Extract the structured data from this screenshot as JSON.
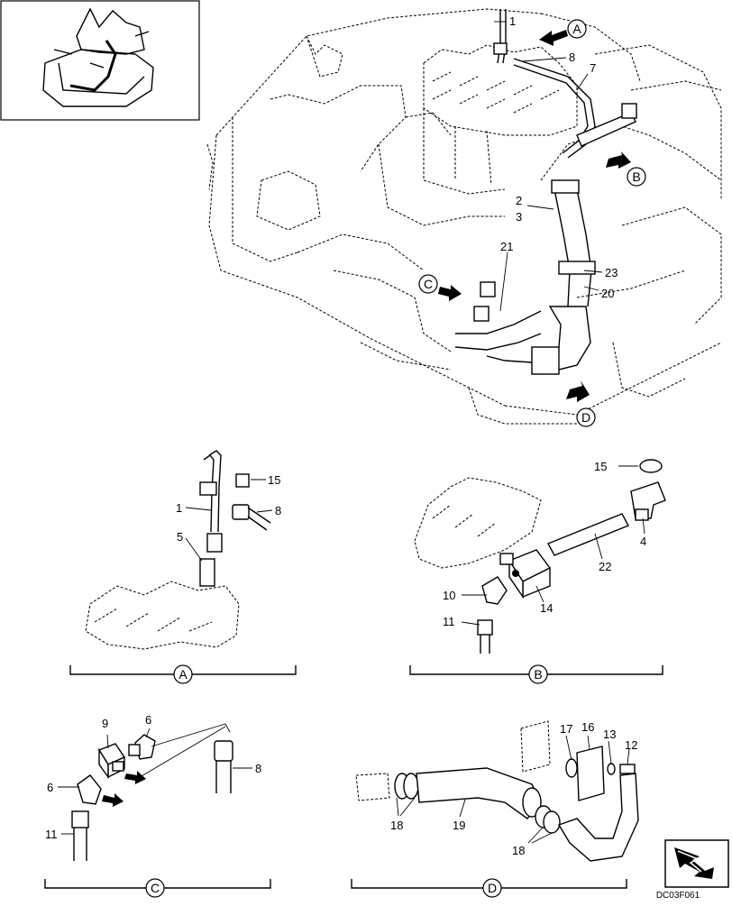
{
  "callouts": {
    "main": [
      "1",
      "8",
      "7",
      "2",
      "3",
      "21",
      "23",
      "20"
    ],
    "detail_a": [
      "15",
      "8",
      "1",
      "5"
    ],
    "detail_b": [
      "15",
      "4",
      "22",
      "14",
      "10",
      "11"
    ],
    "detail_c": [
      "9",
      "6",
      "6",
      "8",
      "11"
    ],
    "detail_d": [
      "17",
      "16",
      "13",
      "12",
      "18",
      "19",
      "18"
    ]
  },
  "view_markers": {
    "main": [
      "A",
      "B",
      "C",
      "D"
    ],
    "details": [
      "A",
      "B",
      "C",
      "D"
    ]
  },
  "drawing_code": "DC03F061",
  "icons": {
    "inset": "machine-overview-thumbnail",
    "nav": "page-turn-arrow-icon"
  }
}
